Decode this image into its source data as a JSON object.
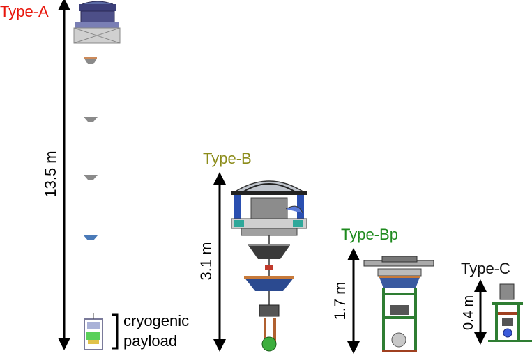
{
  "labels": {
    "type_a": "Type-A",
    "type_b": "Type-B",
    "type_bp": "Type-Bp",
    "type_c": "Type-C"
  },
  "heights": {
    "type_a": "13.5 m",
    "type_b": "3.1 m",
    "type_bp": "1.7 m",
    "type_c": "0.4 m"
  },
  "payload": {
    "line1": "cryogenic",
    "line2": "payload"
  },
  "colors": {
    "type_a": "#e8160c",
    "type_b": "#8c8c1a",
    "type_bp": "#1e8a1e",
    "type_c": "#111111"
  }
}
